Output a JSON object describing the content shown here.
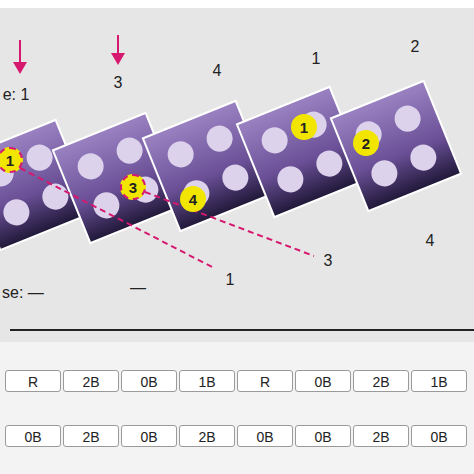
{
  "diagram": {
    "nodes": [
      {
        "text": [
          "1"
        ]
      },
      {
        "text": [
          "3"
        ]
      },
      {
        "text": [
          "4"
        ]
      },
      {
        "text": [
          "1"
        ]
      },
      {
        "text": [
          "2"
        ]
      }
    ],
    "labels": [
      "e: 1",
      "3",
      "4",
      "1",
      "2",
      "1",
      "3",
      "4",
      "se: —",
      "—",
      "R",
      "2B",
      "0B",
      "1B",
      "R",
      "0B",
      "2B",
      "1B",
      "0B",
      "2B",
      "0B",
      "2B",
      "0B",
      "0B",
      "2B",
      "0B"
    ]
  }
}
